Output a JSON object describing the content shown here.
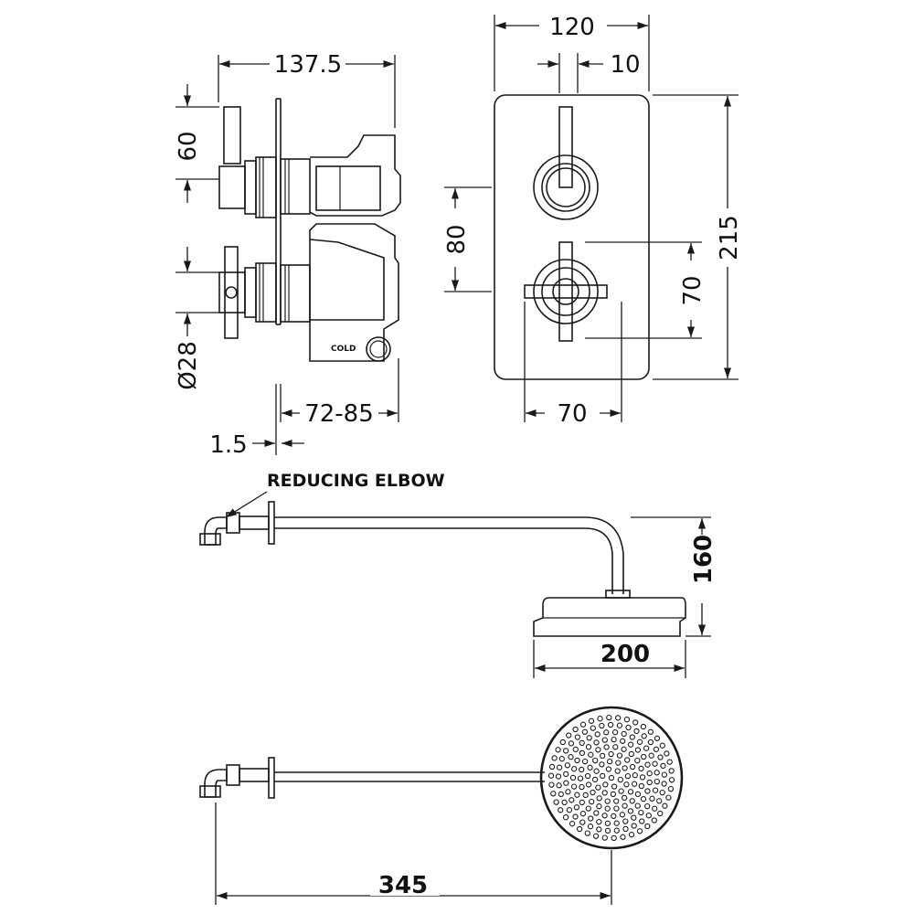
{
  "side_view": {
    "dim_overall_width": "137.5",
    "dim_handle_height": "60",
    "dim_diameter": "Ø28",
    "dim_depth": "72-85",
    "dim_plate": "1.5",
    "cold_label": "COLD"
  },
  "front_view": {
    "dim_width": "120",
    "dim_gap": "10",
    "dim_height": "215",
    "dim_centres": "80",
    "dim_handle_h": "70",
    "dim_handle_w": "70"
  },
  "arm_side": {
    "note": "REDUCING ELBOW",
    "dim_drop": "160",
    "dim_head": "200"
  },
  "arm_top": {
    "dim_length": "345"
  }
}
